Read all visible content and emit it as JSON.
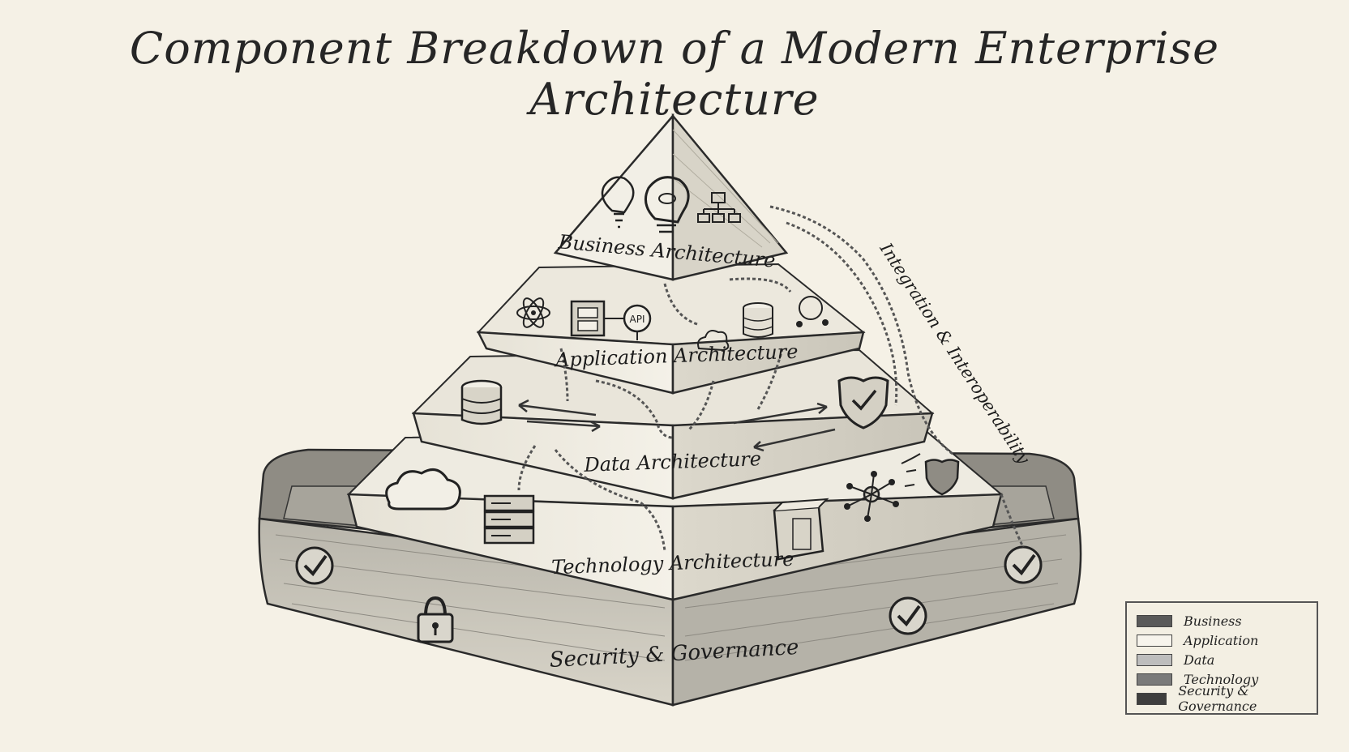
{
  "title": "Component Breakdown of a Modern Enterprise Architecture",
  "layers": {
    "business": "Business Architecture",
    "application": "Application Architecture",
    "data": "Data Architecture",
    "technology": "Technology Architecture",
    "security": "Security & Governance"
  },
  "side_label": "Integration & Interoperability",
  "icon_text": {
    "api": "API"
  },
  "legend": {
    "items": [
      {
        "label": "Business",
        "color": "#5a5a5a"
      },
      {
        "label": "Application",
        "color": "#f7f4ec"
      },
      {
        "label": "Data",
        "color": "#bdbdbd"
      },
      {
        "label": "Technology",
        "color": "#7a7a7a"
      },
      {
        "label": "Security & Governance",
        "color": "#3e3e3e"
      }
    ]
  }
}
